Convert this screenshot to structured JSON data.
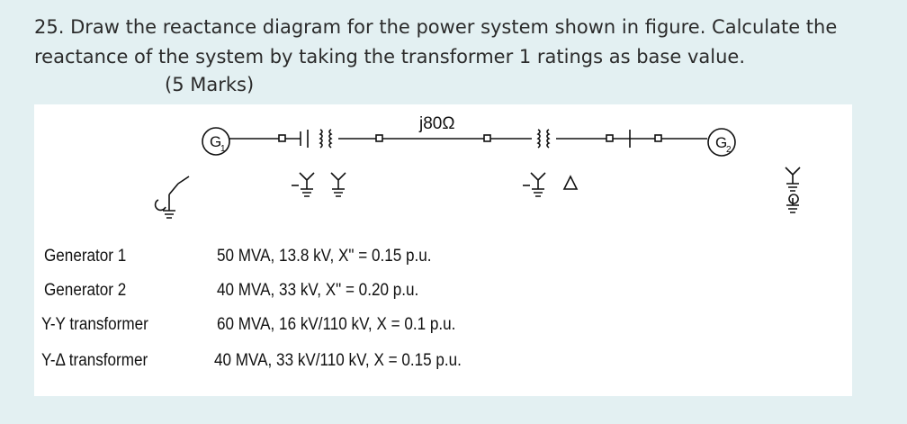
{
  "question": {
    "text": "25. Draw the reactance diagram for the power system shown in figure. Calculate the reactance of the system by taking the transformer 1 ratings as base value.",
    "marks": "(5 Marks)"
  },
  "diagram": {
    "line_impedance": "j80Ω",
    "gen1_label": "G",
    "gen1_sub": "1",
    "gen2_label": "G",
    "gen2_sub": "2"
  },
  "ratings": [
    {
      "label": "Generator 1",
      "value": "50 MVA, 13.8 kV, X\" = 0.15 p.u."
    },
    {
      "label": "Generator 2",
      "value": "40 MVA, 33 kV, X\" = 0.20 p.u."
    },
    {
      "label": "Y-Y transformer",
      "value": "60 MVA, 16 kV/110 kV, X = 0.1 p.u."
    },
    {
      "label": "Y-Δ transformer",
      "value": "40 MVA, 33 kV/110 kV, X = 0.15 p.u."
    }
  ]
}
